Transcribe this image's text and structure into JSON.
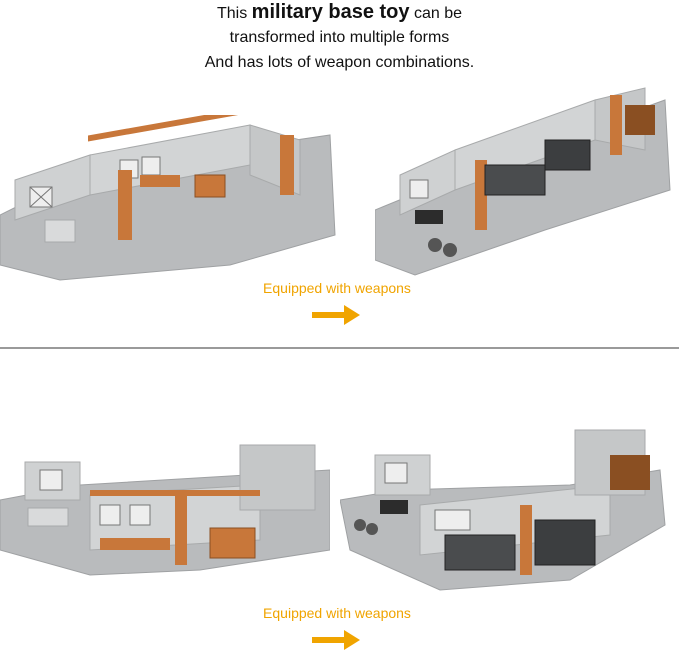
{
  "headline": {
    "line1_prefix": "This ",
    "line1_bold": "military base toy",
    "line1_suffix": " can be",
    "line2": "transformed into multiple forms",
    "line3": "And has lots of weapon combinations."
  },
  "sections": [
    {
      "caption": "Equipped with weapons"
    },
    {
      "caption": "Equipped with weapons"
    }
  ],
  "colors": {
    "accent": "#f0a400",
    "brick_orange": "#c8773a",
    "wall_grey": "#c9cbcc",
    "baseplate_grey": "#b9bbbd",
    "divider": "#9a9a9a"
  },
  "icons": [
    "right-arrow-icon"
  ]
}
